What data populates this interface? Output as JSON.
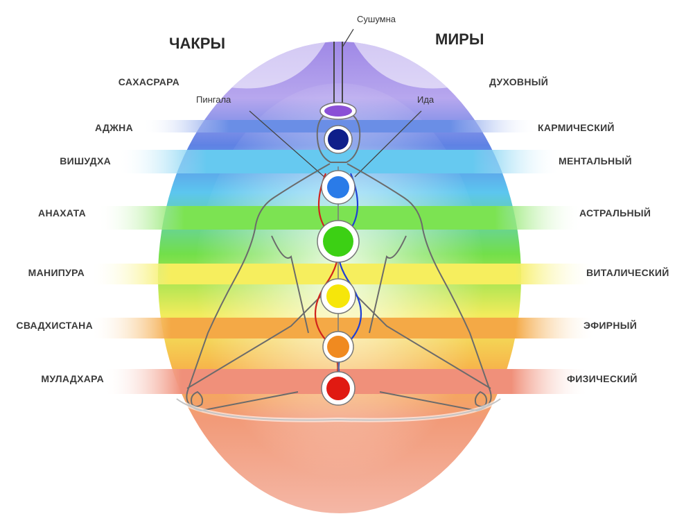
{
  "headers": {
    "chakras_title": "ЧАКРЫ",
    "worlds_title": "МИРЫ"
  },
  "channels": {
    "sushumna": "Сушумна",
    "pingala": "Пингала",
    "ida": "Ида"
  },
  "chakras": [
    "САХАСРАРА",
    "АДЖНА",
    "ВИШУДХА",
    "АНАХАТА",
    "МАНИПУРА",
    "СВАДХИСТАНА",
    "МУЛАДХАРА"
  ],
  "worlds": [
    "ДУХОВНЫЙ",
    "КАРМИЧЕСКИЙ",
    "МЕНТАЛЬНЫЙ",
    "АСТРАЛЬНЫЙ",
    "ВИТАЛИЧЕСКИЙ",
    "ЭФИРНЫЙ",
    "ФИЗИЧЕСКИЙ"
  ],
  "colors": {
    "crown": "#8a4fd6",
    "third_eye": "#0f1f8a",
    "throat": "#2a7be8",
    "heart": "#3cd014",
    "solar": "#f6e60a",
    "sacral": "#f08a20",
    "root": "#e01a12"
  }
}
